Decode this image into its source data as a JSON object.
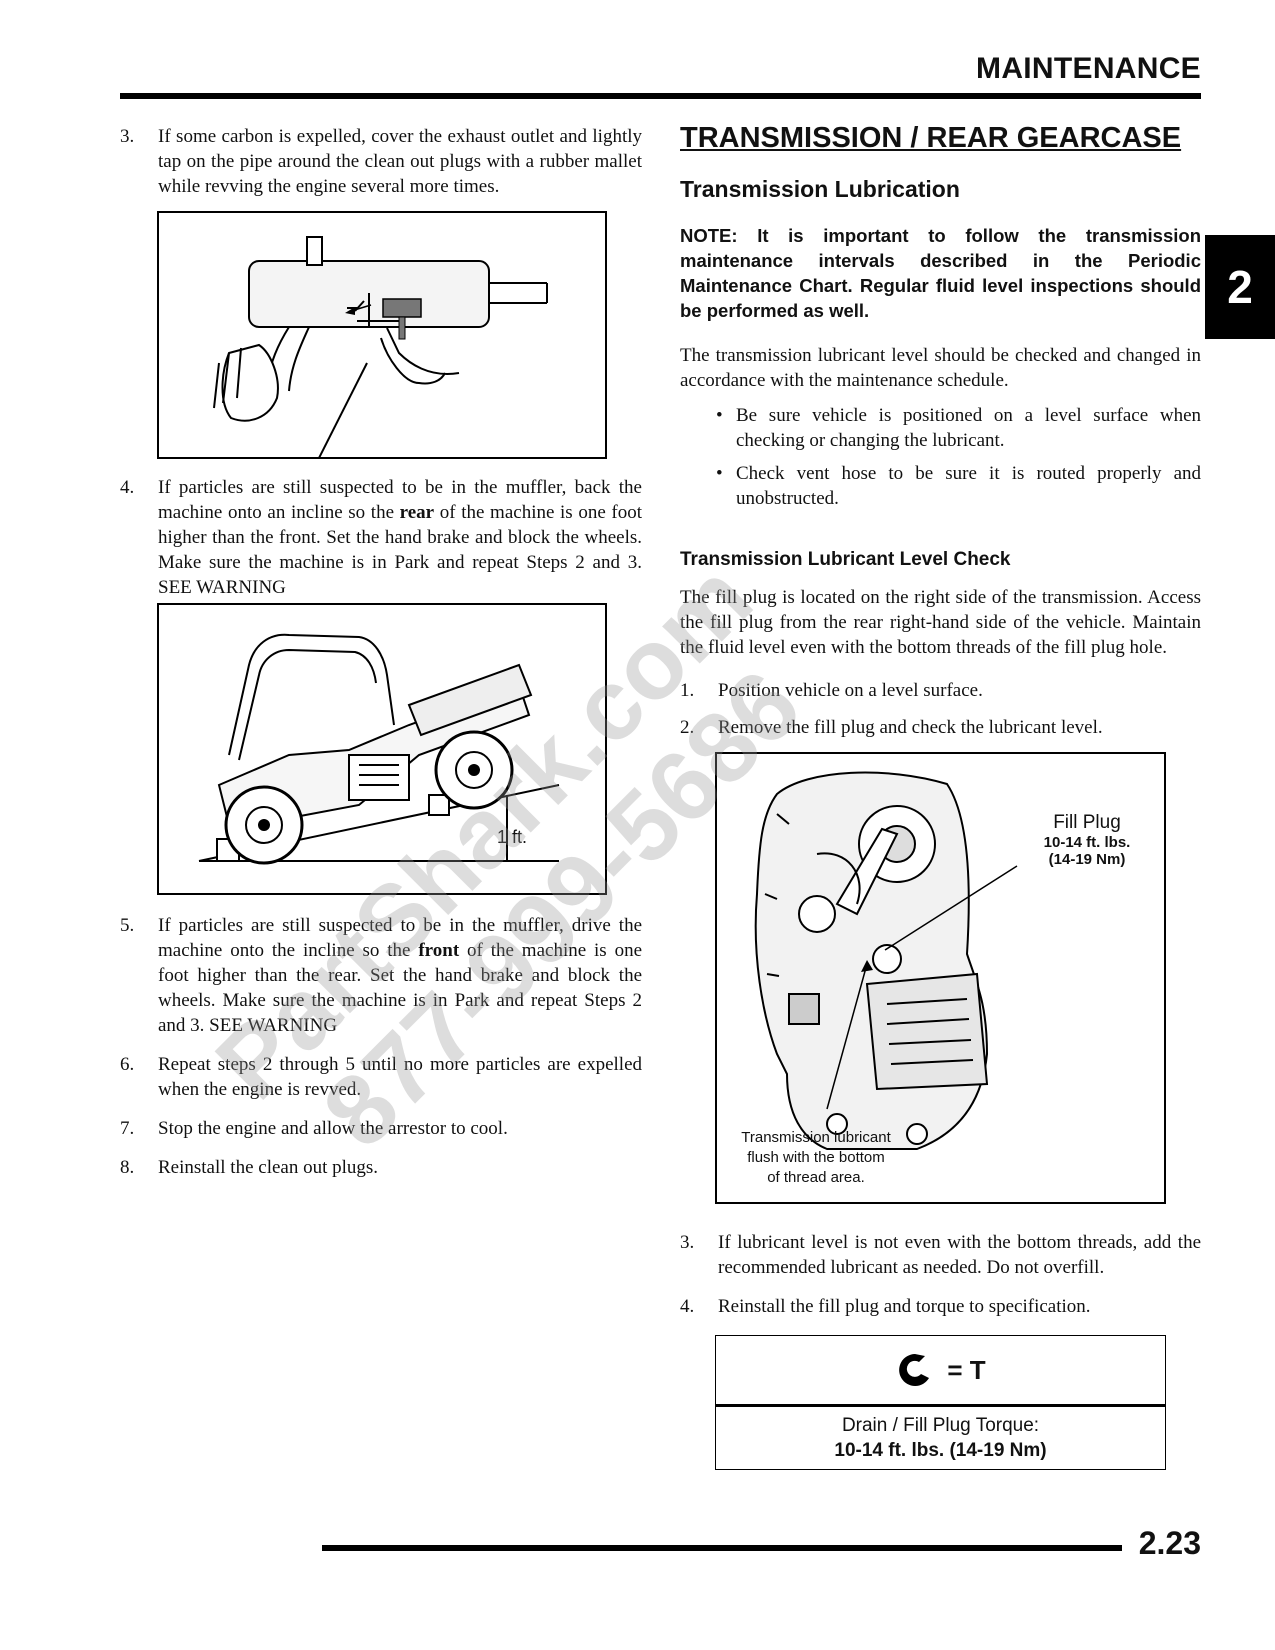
{
  "header": {
    "title": "MAINTENANCE",
    "chapter_tab": "2"
  },
  "footer": {
    "page_number": "2.23"
  },
  "left_steps": [
    {
      "num": "3.",
      "text": "If some carbon is expelled, cover the exhaust outlet and lightly tap on the pipe around the clean out plugs with a rubber mallet while revving the engine several more times."
    },
    {
      "num": "4.",
      "text_before": "If particles are still suspected to be in the muffler, back the machine onto an incline so the ",
      "bold": "rear",
      "text_after": " of the machine is one foot higher than the front.  Set the hand brake and block the wheels.  Make sure the machine is in Park and repeat Steps 2 and 3.  SEE WARNING"
    },
    {
      "num": "5.",
      "text_before": "If particles are still suspected to be in the muffler, drive the machine onto the incline so the ",
      "bold": "front",
      "text_after": " of the machine is one foot higher than the rear.  Set the hand brake and block the wheels.  Make sure the machine is in Park and repeat Steps 2 and 3.  SEE WARNING"
    },
    {
      "num": "6.",
      "text": "Repeat steps 2 through 5 until no more particles are expelled when the engine is revved."
    },
    {
      "num": "7.",
      "text": "Stop the engine and allow the arrestor to cool."
    },
    {
      "num": "8.",
      "text": "Reinstall the clean out plugs."
    }
  ],
  "fig_incline_label": "1 ft.",
  "right": {
    "section_title": "TRANSMISSION / REAR GEARCASE",
    "sub_title": "Transmission Lubrication",
    "note": "NOTE: It is important to follow the transmission maintenance intervals described in the Periodic Maintenance Chart.  Regular fluid level inspections should be performed as well.",
    "intro": "The transmission lubricant level should be checked and changed in accordance with the maintenance schedule.",
    "bullets": [
      "Be sure vehicle is positioned on a level surface when checking or changing the lubricant.",
      "Check vent hose to be sure it is routed properly and unobstructed."
    ],
    "level_check_title": "Transmission Lubricant Level Check",
    "level_check_text": "The fill plug is located on the right side of the transmission. Access the fill plug from the rear right-hand side of the vehicle. Maintain the fluid level even with the bottom threads of the fill plug hole.",
    "steps": [
      {
        "num": "1.",
        "text": "Position vehicle on a level surface."
      },
      {
        "num": "2.",
        "text": "Remove the fill plug and check the lubricant level."
      },
      {
        "num": "3.",
        "text": "If lubricant level is not even with the bottom threads, add the recommended lubricant as needed.  Do not overfill."
      },
      {
        "num": "4.",
        "text": "Reinstall the fill plug and torque to specification."
      }
    ],
    "fig_gearcase": {
      "fill_plug_label": "Fill Plug",
      "fill_plug_torque_1": "10-14 ft. lbs.",
      "fill_plug_torque_2": "(14-19 Nm)",
      "bottom_label_1": "Transmission lubricant",
      "bottom_label_2": "flush with the bottom",
      "bottom_label_3": "of thread area."
    },
    "torque_box": {
      "symbol_text": "= T",
      "label": "Drain / Fill Plug Torque:",
      "value": "10-14 ft. lbs. (14-19 Nm)"
    }
  },
  "watermark": {
    "line1": "PartShark.com",
    "line2": "877-999-5686"
  }
}
